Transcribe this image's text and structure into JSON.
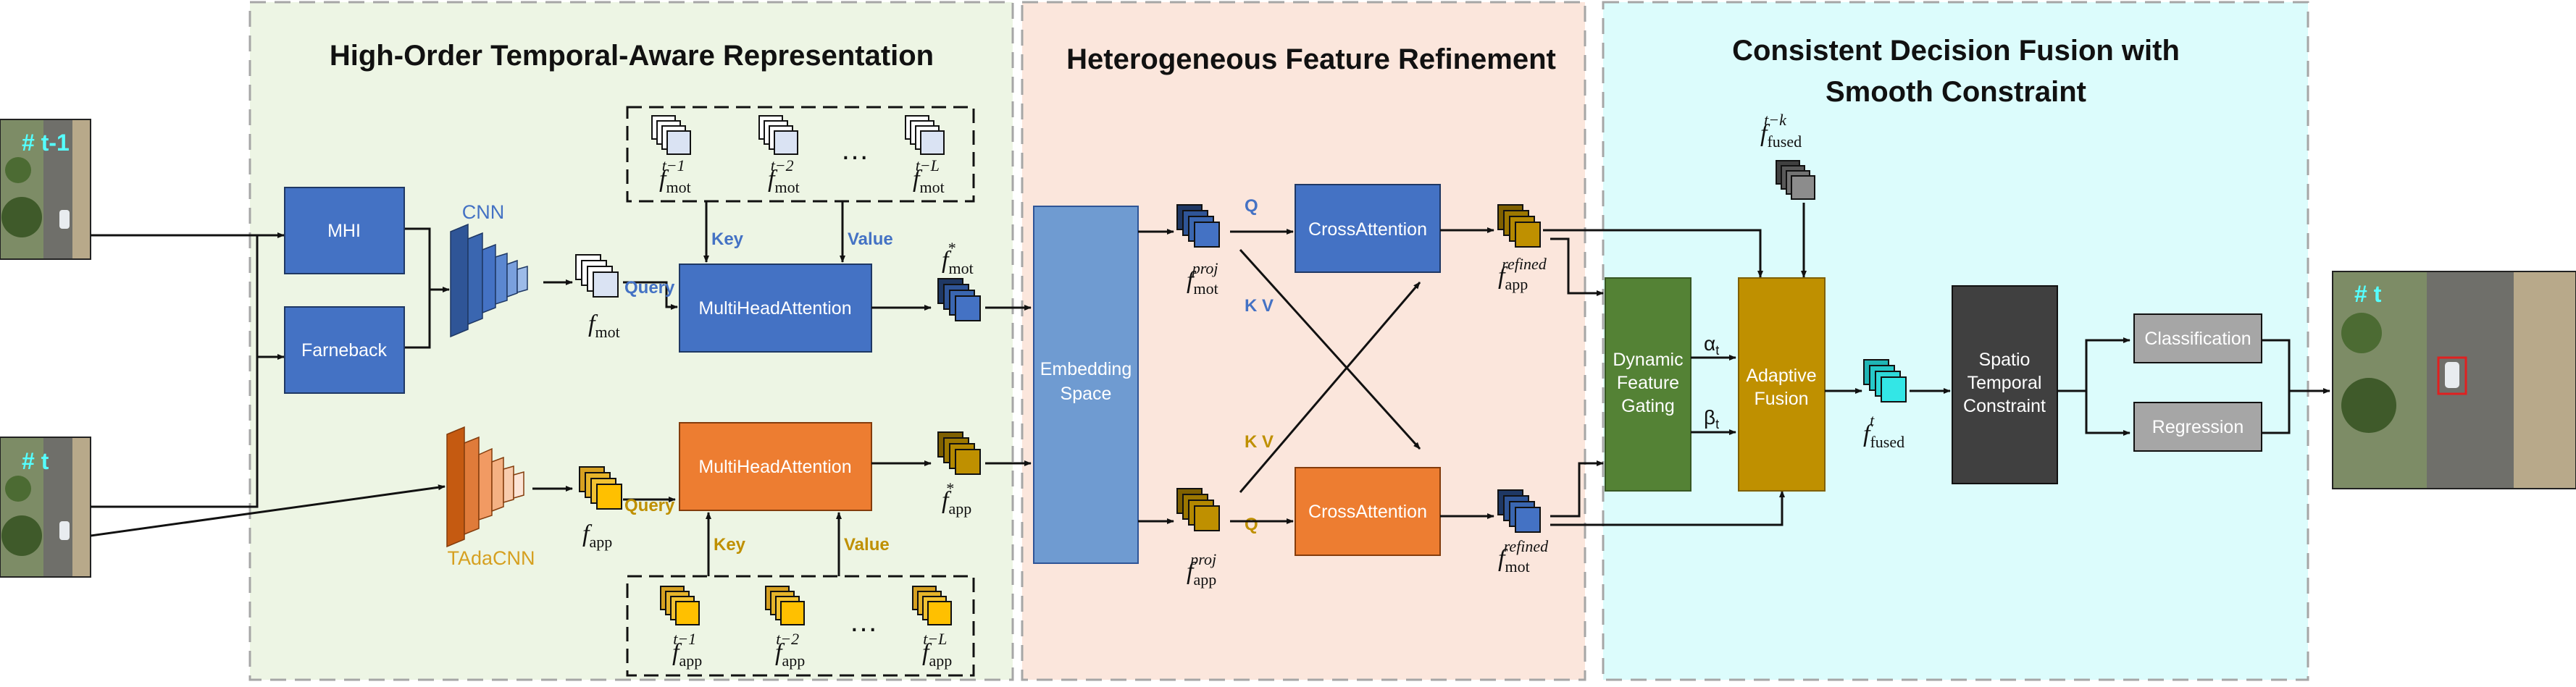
{
  "sections": {
    "temporal": "High-Order Temporal-Aware Representation",
    "refine": "Heterogeneous Feature Refinement",
    "fusion_line1": "Consistent Decision Fusion with",
    "fusion_line2": "Smooth Constraint"
  },
  "frames": {
    "prev_label": "# t-1",
    "curr_label": "# t",
    "out_label": "# t"
  },
  "blocks": {
    "mhi": "MHI",
    "farneback": "Farneback",
    "cnn": "CNN",
    "tada": "TAdaCNN",
    "mha_top": "MultiHeadAttention",
    "mha_bot": "MultiHeadAttention",
    "embed_1": "Embedding",
    "embed_2": "Space",
    "ca_top": "CrossAttention",
    "ca_bot": "CrossAttention",
    "gating_1": "Dynamic",
    "gating_2": "Feature",
    "gating_3": "Gating",
    "adaptive_1": "Adaptive",
    "adaptive_2": "Fusion",
    "spatio_1": "Spatio",
    "spatio_2": "Temporal",
    "spatio_3": "Constraint",
    "classification": "Classification",
    "regression": "Regression"
  },
  "labels": {
    "query": "Query",
    "key": "Key",
    "value": "Value",
    "q": "Q",
    "kv": "K V",
    "alpha": "α",
    "beta": "β",
    "t_sub": "t",
    "ellipsis": "…"
  },
  "math": {
    "f": "f",
    "mot": "mot",
    "app": "app",
    "proj": "proj",
    "refined": "refined",
    "fused": "fused",
    "star": "*",
    "t": "t",
    "t1": "t−1",
    "t2": "t−2",
    "tL": "t−L",
    "tk": "t−k"
  },
  "colors": {
    "green_bg": "#edf5e4",
    "pink_bg": "#fbe6dc",
    "cyan_bg": "#dcfcfc",
    "blue": "#4472c4",
    "orange": "#ed7d31",
    "light_blue": "#6f9bd1",
    "green_block": "#548235",
    "gold": "#bf9000",
    "dark_gray": "#404040",
    "gray": "#a6a6a6",
    "cyan": "#33e0e0",
    "label_blue": "#4472c4",
    "label_gold": "#bf9000"
  }
}
